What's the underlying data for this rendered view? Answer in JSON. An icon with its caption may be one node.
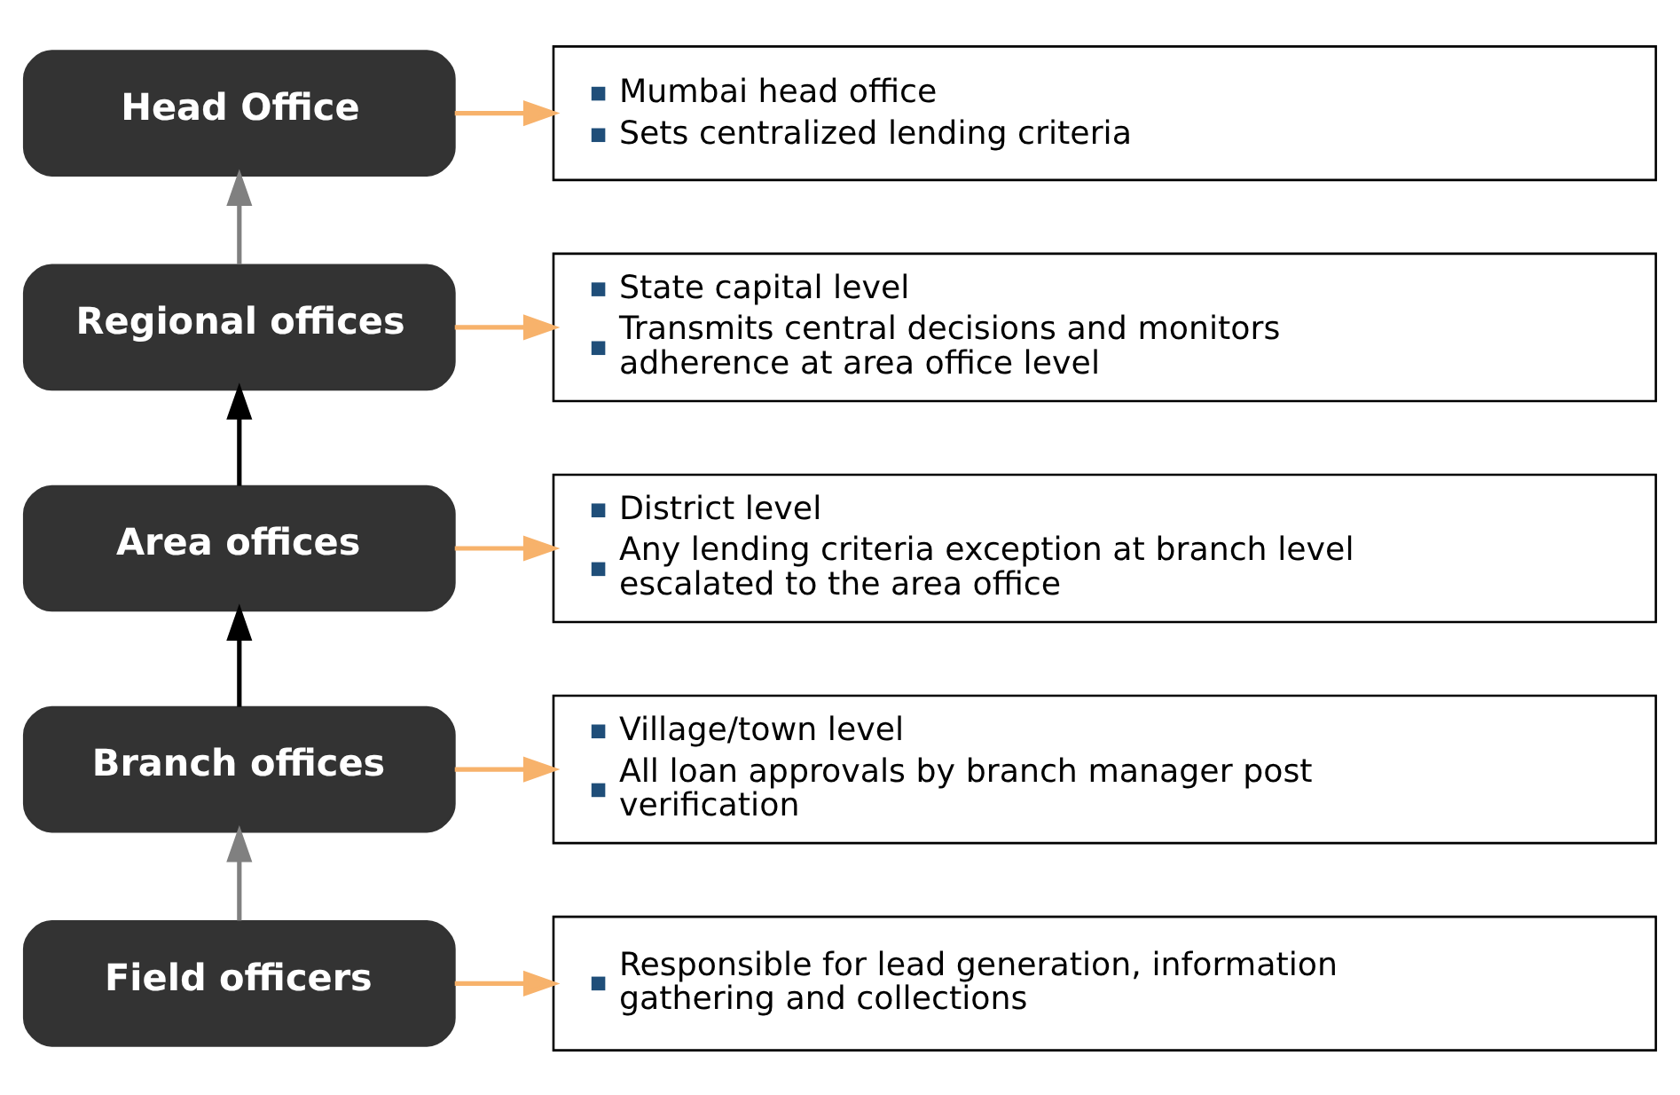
{
  "diagram": {
    "nodes": [
      {
        "text": [
          "Head Office"
        ]
      },
      {
        "text": [
          "Mumbai head office",
          "Sets centralized lending criteria"
        ]
      },
      {
        "text": [
          "Regional offices"
        ]
      },
      {
        "text": [
          "State capital level",
          "Transmits central decisions and monitors adherence at area office level"
        ]
      },
      {
        "text": [
          "Area offices"
        ]
      },
      {
        "text": [
          "District level",
          "Any lending criteria exception at branch level escalated to the area office"
        ]
      },
      {
        "text": [
          "Branch offices"
        ]
      },
      {
        "text": [
          "Village/town level",
          "All loan approvals by branch manager post verification"
        ]
      },
      {
        "text": [
          "Field officers"
        ]
      },
      {
        "text": [
          "Responsible for lead generation, information gathering and collections"
        ]
      }
    ],
    "edges": [
      {
        "from": 0,
        "to": 1,
        "arrow": "to",
        "color": "#f7b26b"
      },
      {
        "from": 2,
        "to": 3,
        "arrow": "to",
        "color": "#f7b26b"
      },
      {
        "from": 4,
        "to": 5,
        "arrow": "to",
        "color": "#f7b26b"
      },
      {
        "from": 6,
        "to": 7,
        "arrow": "to",
        "color": "#f7b26b"
      },
      {
        "from": 8,
        "to": 9,
        "arrow": "to",
        "color": "#f7b26b"
      },
      {
        "from": 2,
        "to": 0,
        "arrow": "to",
        "color": "#808080"
      },
      {
        "from": 4,
        "to": 2,
        "arrow": "to",
        "color": "#000000"
      },
      {
        "from": 6,
        "to": 4,
        "arrow": "to",
        "color": "#000000"
      },
      {
        "from": 8,
        "to": 6,
        "arrow": "to",
        "color": "#808080"
      }
    ]
  }
}
